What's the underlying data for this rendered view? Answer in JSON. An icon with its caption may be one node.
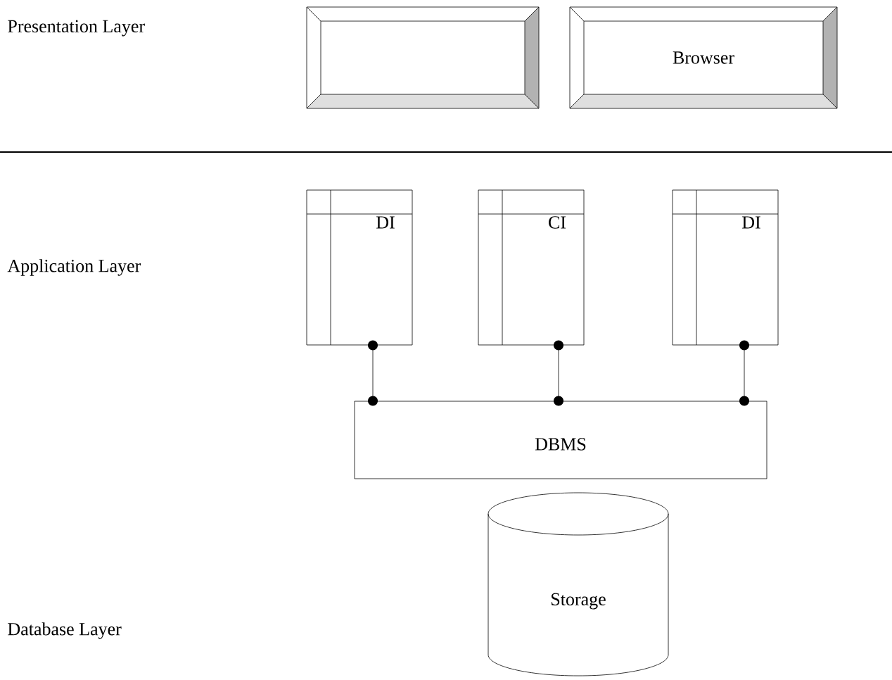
{
  "diagram": {
    "nodes": [
      {
        "text": [],
        "shape": "box"
      },
      {
        "text": [
          "Browser"
        ]
      },
      {
        "text": [
          "DI"
        ]
      },
      {
        "text": [
          "CI"
        ]
      },
      {
        "text": [
          "DI"
        ]
      },
      {
        "text": [
          "DBMS"
        ]
      },
      {
        "text": [
          "Storage"
        ]
      }
    ],
    "edges": [
      {
        "from": 2,
        "to": 5,
        "arrow": "other"
      },
      {
        "from": 3,
        "to": 5,
        "arrow": "other"
      },
      {
        "from": 4,
        "to": 5,
        "arrow": "other"
      }
    ],
    "labels": [
      "Presentation Layer",
      "Application Layer",
      "Database Layer"
    ]
  }
}
